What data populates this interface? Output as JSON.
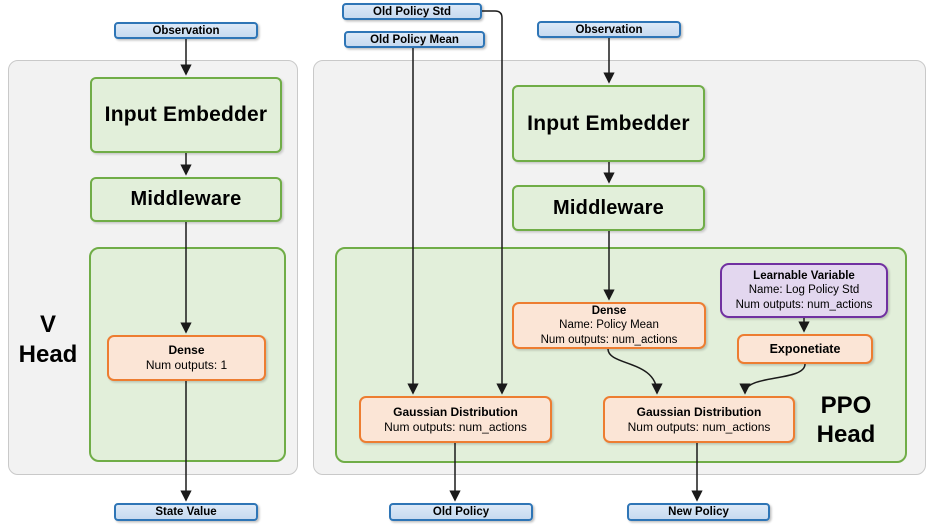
{
  "diagram": {
    "v_head": {
      "label_line1": "V",
      "label_line2": "Head",
      "observation": "Observation",
      "input_embedder": "Input Embedder",
      "middleware": "Middleware",
      "dense": {
        "title": "Dense",
        "line2": "Num outputs: 1"
      },
      "state_value": "State Value"
    },
    "ppo_head": {
      "label_line1": "PPO",
      "label_line2": "Head",
      "old_policy_std": "Old Policy Std",
      "old_policy_mean": "Old Policy Mean",
      "observation": "Observation",
      "input_embedder": "Input Embedder",
      "middleware": "Middleware",
      "dense": {
        "title": "Dense",
        "line2": "Name: Policy Mean",
        "line3": "Num outputs: num_actions"
      },
      "learnable_variable": {
        "title": "Learnable Variable",
        "line2": "Name: Log Policy Std",
        "line3": "Num outputs: num_actions"
      },
      "exponetiate": "Exponetiate",
      "gaussian_old": {
        "title": "Gaussian Distribution",
        "line2": "Num outputs: num_actions"
      },
      "gaussian_new": {
        "title": "Gaussian Distribution",
        "line2": "Num outputs: num_actions"
      },
      "old_policy": "Old Policy",
      "new_policy": "New Policy"
    },
    "colors": {
      "blue_border": "#2E75B6",
      "blue_fill_top": "#DCE9F7",
      "blue_fill_bottom": "#C7DAF0",
      "green_border": "#70AD47",
      "green_fill": "#E2EFDA",
      "orange_border": "#ED7D31",
      "orange_fill": "#FBE5D6",
      "purple_border": "#7030A0",
      "purple_fill": "#E3D7EF",
      "panel_fill": "#F2F2F2",
      "panel_border": "#C9C9C9",
      "wire": "#1A1A1A"
    }
  }
}
